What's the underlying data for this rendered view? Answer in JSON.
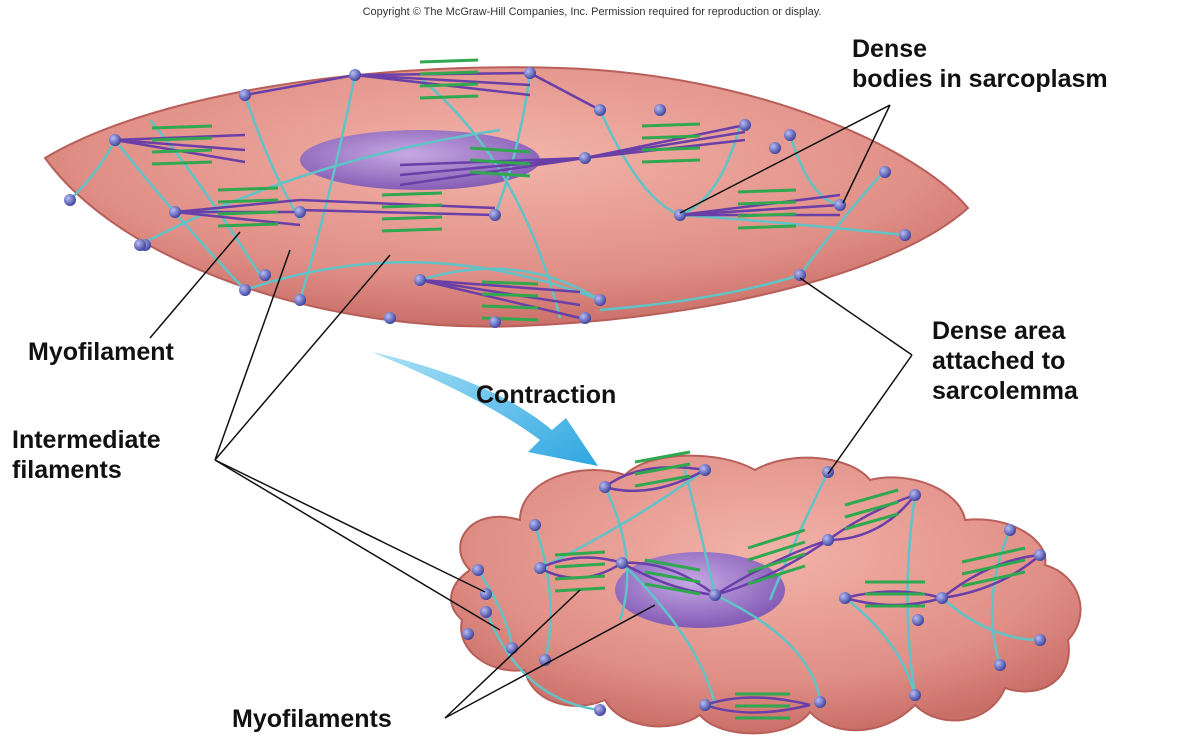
{
  "copyright": "Copyright © The McGraw-Hill Companies, Inc. Permission required for reproduction or display.",
  "labels": {
    "dense_bodies": "Dense\nbodies in sarcoplasm",
    "myofilament": "Myofilament",
    "dense_area": "Dense area\nattached to\nsarcolemma",
    "contraction": "Contraction",
    "intermediate_filaments": "Intermediate\nfilaments",
    "myofilaments": "Myofilaments"
  },
  "colors": {
    "cell_fill": "#e08f86",
    "cell_edge": "#b85f5a",
    "nucleus": "#8a64c0",
    "intermediate_filament": "#5fc3c8",
    "thick_filament": "#6a3fa8",
    "myofilament_bar": "#2fa84f",
    "dense_body": "#4a4fb0",
    "arrow": "#5bc2ee"
  }
}
